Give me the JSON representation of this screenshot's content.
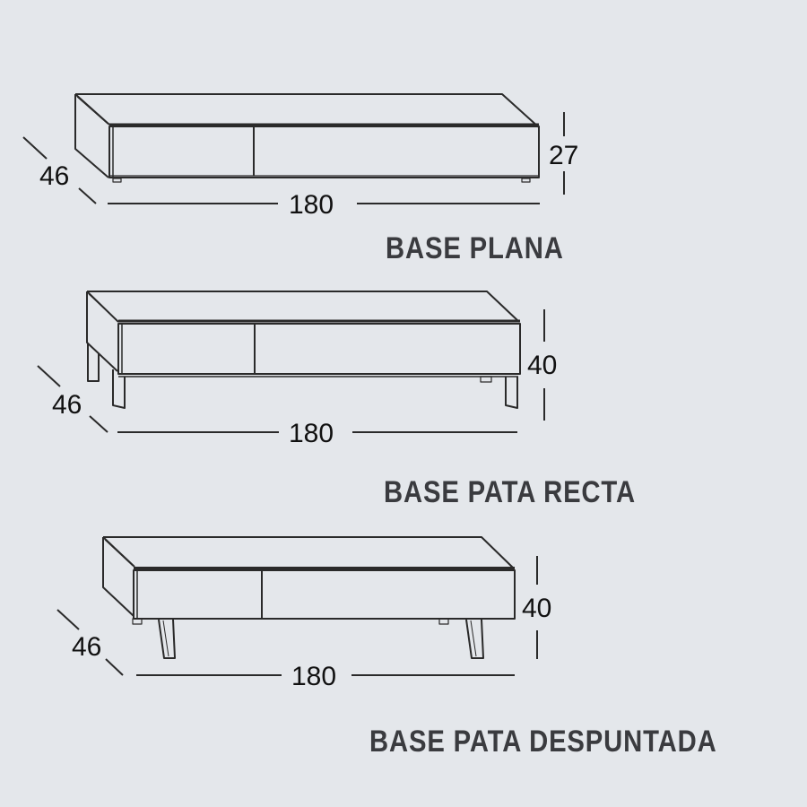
{
  "diagrams": [
    {
      "title": "BASE PLANA",
      "depth": "46",
      "width": "180",
      "height": "27"
    },
    {
      "title": "BASE PATA RECTA",
      "depth": "46",
      "width": "180",
      "height": "40"
    },
    {
      "title": "BASE PATA DESPUNTADA",
      "depth": "46",
      "width": "180",
      "height": "40"
    }
  ],
  "colors": {
    "background": "#e4e7eb",
    "line": "#2a2a2a",
    "title": "#3a3b3f"
  }
}
